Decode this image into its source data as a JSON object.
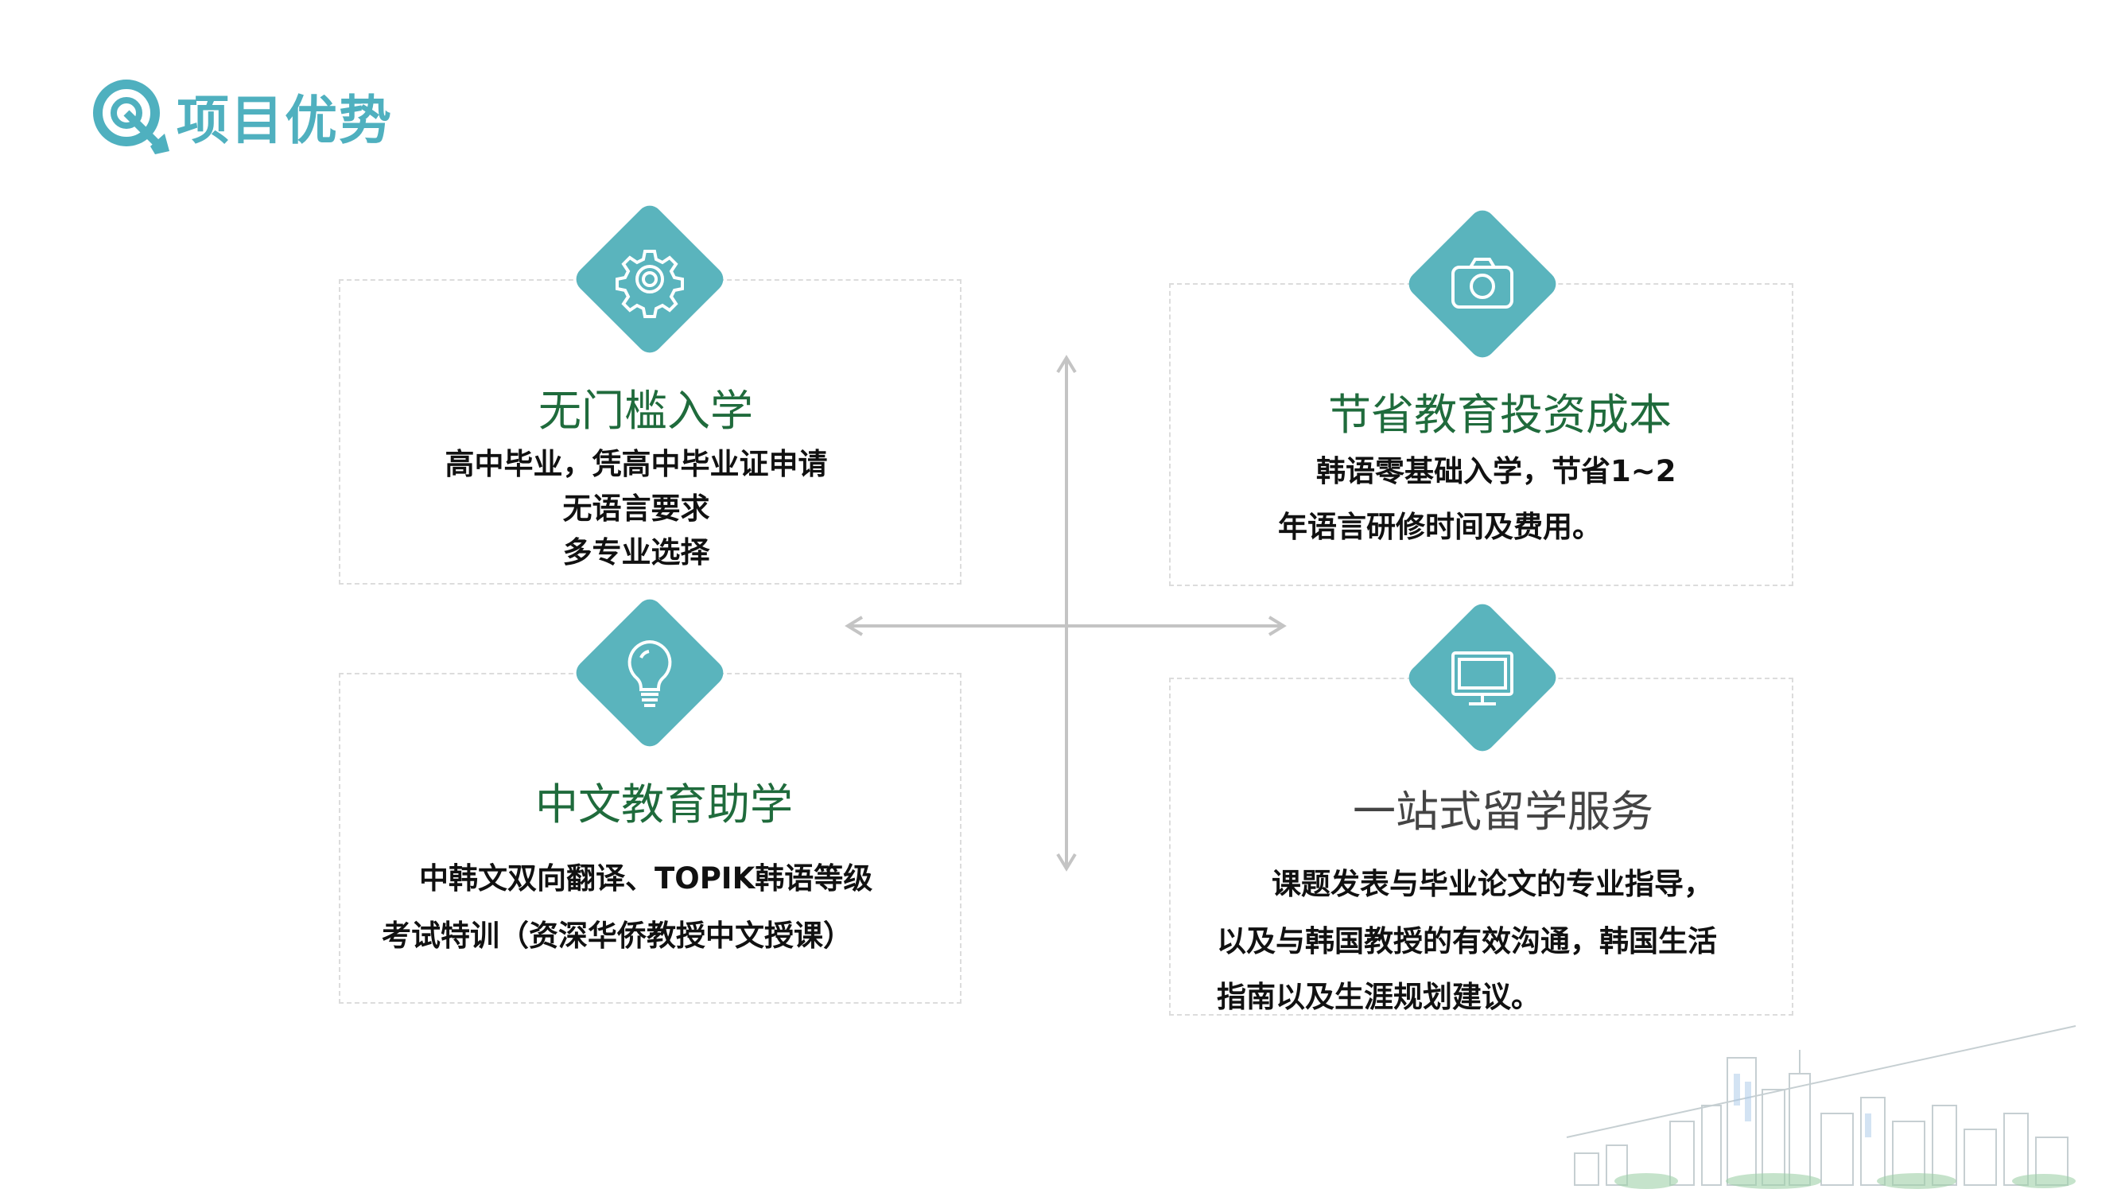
{
  "header": {
    "title": "项目优势",
    "icon": "target-arrow-icon"
  },
  "colors": {
    "accent": "#4fb0bf",
    "diamond": "#5ab4bd",
    "title_green": "#1f6b3c",
    "title_gray": "#444444"
  },
  "cards": [
    {
      "icon": "gear-icon",
      "title": "无门槛入学",
      "lines": [
        "高中毕业，凭高中毕业证申请",
        "无语言要求",
        "多专业选择"
      ]
    },
    {
      "icon": "camera-icon",
      "title": "节省教育投资成本",
      "lines": [
        "韩语零基础入学，节省1~2",
        "年语言研修时间及费用。"
      ]
    },
    {
      "icon": "lightbulb-icon",
      "title": "中文教育助学",
      "lines": [
        "中韩文双向翻译、TOPIK韩语等级",
        "考试特训（资深华侨教授中文授课）"
      ]
    },
    {
      "icon": "monitor-icon",
      "title": "一站式留学服务",
      "lines": [
        "课题发表与毕业论文的专业指导，",
        "以及与韩国教授的有效沟通，韩国生活",
        "指南以及生涯规划建议。"
      ]
    }
  ]
}
